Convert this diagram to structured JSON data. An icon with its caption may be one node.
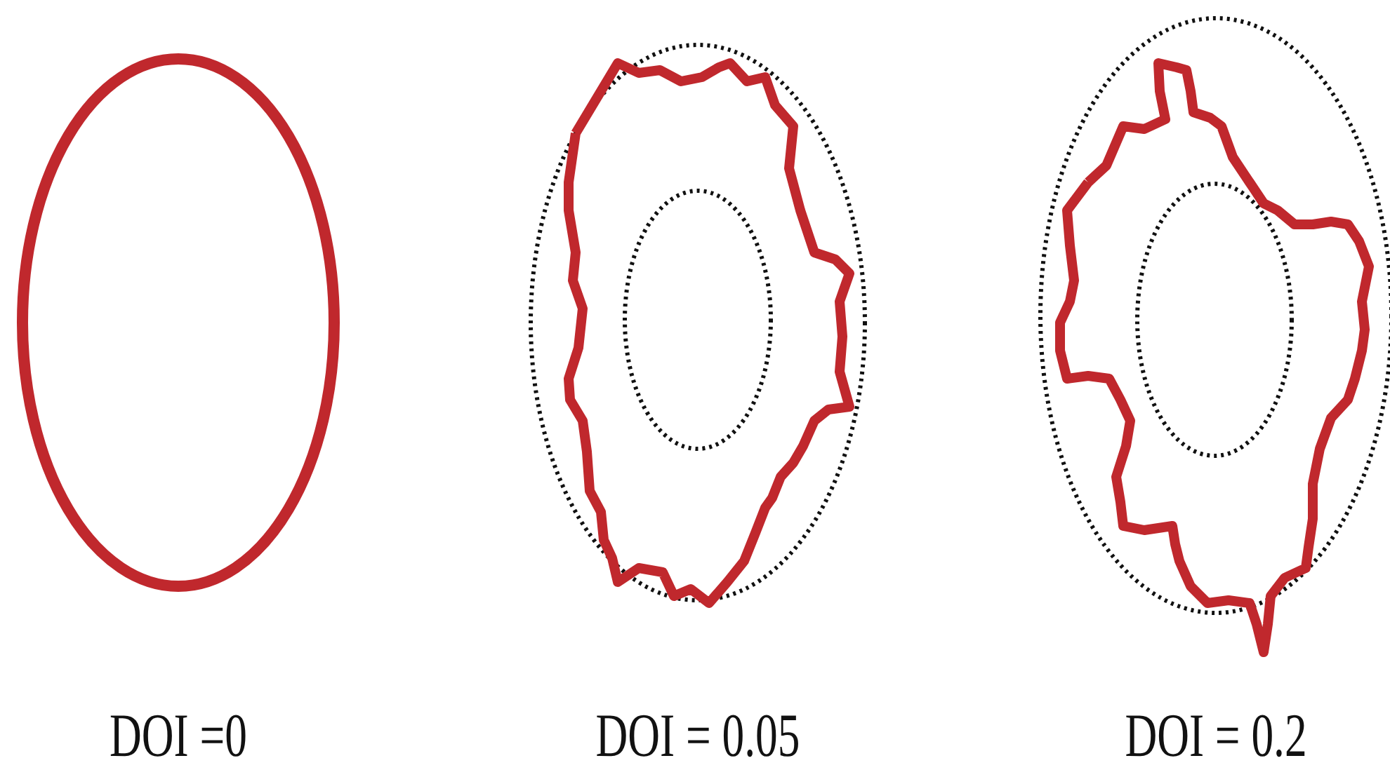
{
  "diagram": {
    "labels": [
      "DOI =0",
      "DOI = 0.05",
      "DOI = 0.2"
    ]
  }
}
